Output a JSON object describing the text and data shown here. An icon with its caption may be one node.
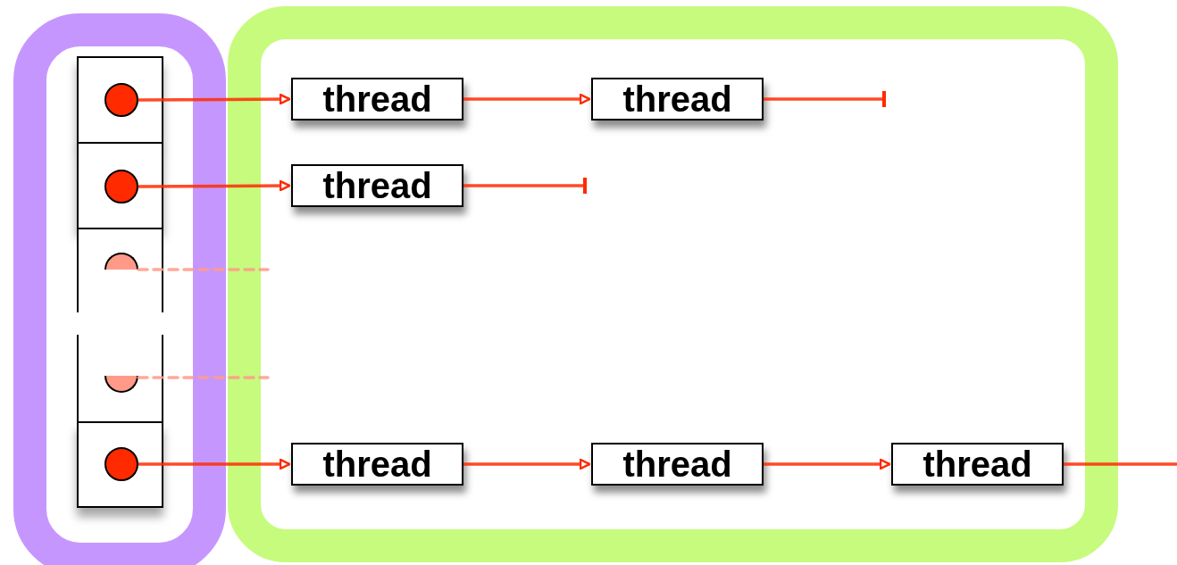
{
  "diagram": {
    "nodes": [
      {
        "text": [],
        "shape": "box"
      },
      {
        "text": [],
        "shape": "box"
      },
      {
        "text": [],
        "shape": "box",
        "in": 0
      },
      {
        "text": [],
        "shape": "circle",
        "in": 2
      },
      {
        "text": [],
        "shape": "box",
        "in": 0
      },
      {
        "text": [],
        "shape": "circle",
        "in": 4
      },
      {
        "text": [],
        "shape": "box",
        "in": 0
      },
      {
        "text": [],
        "shape": "circle",
        "in": 6
      },
      {
        "text": [],
        "shape": "box",
        "in": 0
      },
      {
        "text": [],
        "shape": "circle",
        "in": 8
      },
      {
        "text": [],
        "shape": "box",
        "in": 0
      },
      {
        "text": [],
        "shape": "circle",
        "in": 10
      },
      {
        "text": [
          "thread"
        ],
        "in": 1
      },
      {
        "text": [
          "thread"
        ],
        "in": 1
      },
      {
        "text": [
          "thread"
        ],
        "in": 1
      },
      {
        "text": [
          "thread"
        ],
        "in": 1
      },
      {
        "text": [
          "thread"
        ],
        "in": 1
      },
      {
        "text": [
          "thread"
        ],
        "in": 1
      }
    ],
    "edges": [
      {
        "from": 3,
        "to": 12,
        "arrow": "to"
      },
      {
        "from": 12,
        "to": 13,
        "arrow": "to"
      },
      {
        "from": 13,
        "to": null,
        "arrow": "other"
      },
      {
        "from": 5,
        "to": 14,
        "arrow": "to"
      },
      {
        "from": 14,
        "to": null,
        "arrow": "other"
      },
      {
        "from": 7,
        "to": null,
        "arrow": "none",
        "style": "dashed",
        "color": "#ff9a88"
      },
      {
        "from": 9,
        "to": null,
        "arrow": "none",
        "style": "dashed",
        "color": "#ff9a88"
      },
      {
        "from": 11,
        "to": 15,
        "arrow": "to"
      },
      {
        "from": 15,
        "to": 16,
        "arrow": "to"
      },
      {
        "from": 16,
        "to": 17,
        "arrow": "to"
      },
      {
        "from": 17,
        "to": null,
        "arrow": "none"
      }
    ]
  }
}
